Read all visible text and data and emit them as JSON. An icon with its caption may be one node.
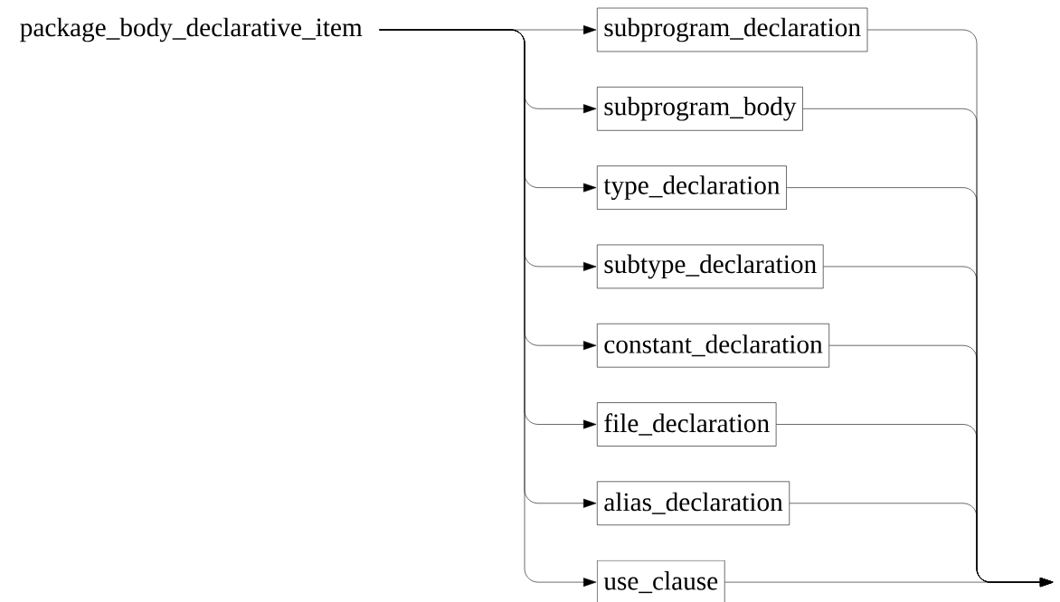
{
  "diagram": {
    "nodes": [
      {
        "text": [
          "package_body_declarative_item"
        ]
      },
      {
        "text": [
          "subprogram_declaration"
        ]
      },
      {
        "text": [
          "subprogram_body"
        ]
      },
      {
        "text": [
          "type_declaration"
        ]
      },
      {
        "text": [
          "subtype_declaration"
        ]
      },
      {
        "text": [
          "constant_declaration"
        ]
      },
      {
        "text": [
          "file_declaration"
        ]
      },
      {
        "text": [
          "alias_declaration"
        ]
      },
      {
        "text": [
          "use_clause"
        ]
      }
    ],
    "edges": [
      {
        "from": 0,
        "to": 1,
        "arrow": "to"
      },
      {
        "from": 0,
        "to": 2,
        "arrow": "to"
      },
      {
        "from": 0,
        "to": 3,
        "arrow": "to"
      },
      {
        "from": 0,
        "to": 4,
        "arrow": "to"
      },
      {
        "from": 0,
        "to": 5,
        "arrow": "to"
      },
      {
        "from": 0,
        "to": 6,
        "arrow": "to"
      },
      {
        "from": 0,
        "to": 7,
        "arrow": "to"
      },
      {
        "from": 0,
        "to": 8,
        "arrow": "to"
      },
      {
        "from": 1,
        "to": null,
        "arrow": "to"
      },
      {
        "from": 2,
        "to": null,
        "arrow": "to"
      },
      {
        "from": 3,
        "to": null,
        "arrow": "to"
      },
      {
        "from": 4,
        "to": null,
        "arrow": "to"
      },
      {
        "from": 5,
        "to": null,
        "arrow": "to"
      },
      {
        "from": 6,
        "to": null,
        "arrow": "to"
      },
      {
        "from": 7,
        "to": null,
        "arrow": "to"
      },
      {
        "from": 8,
        "to": null,
        "arrow": "to"
      }
    ]
  }
}
